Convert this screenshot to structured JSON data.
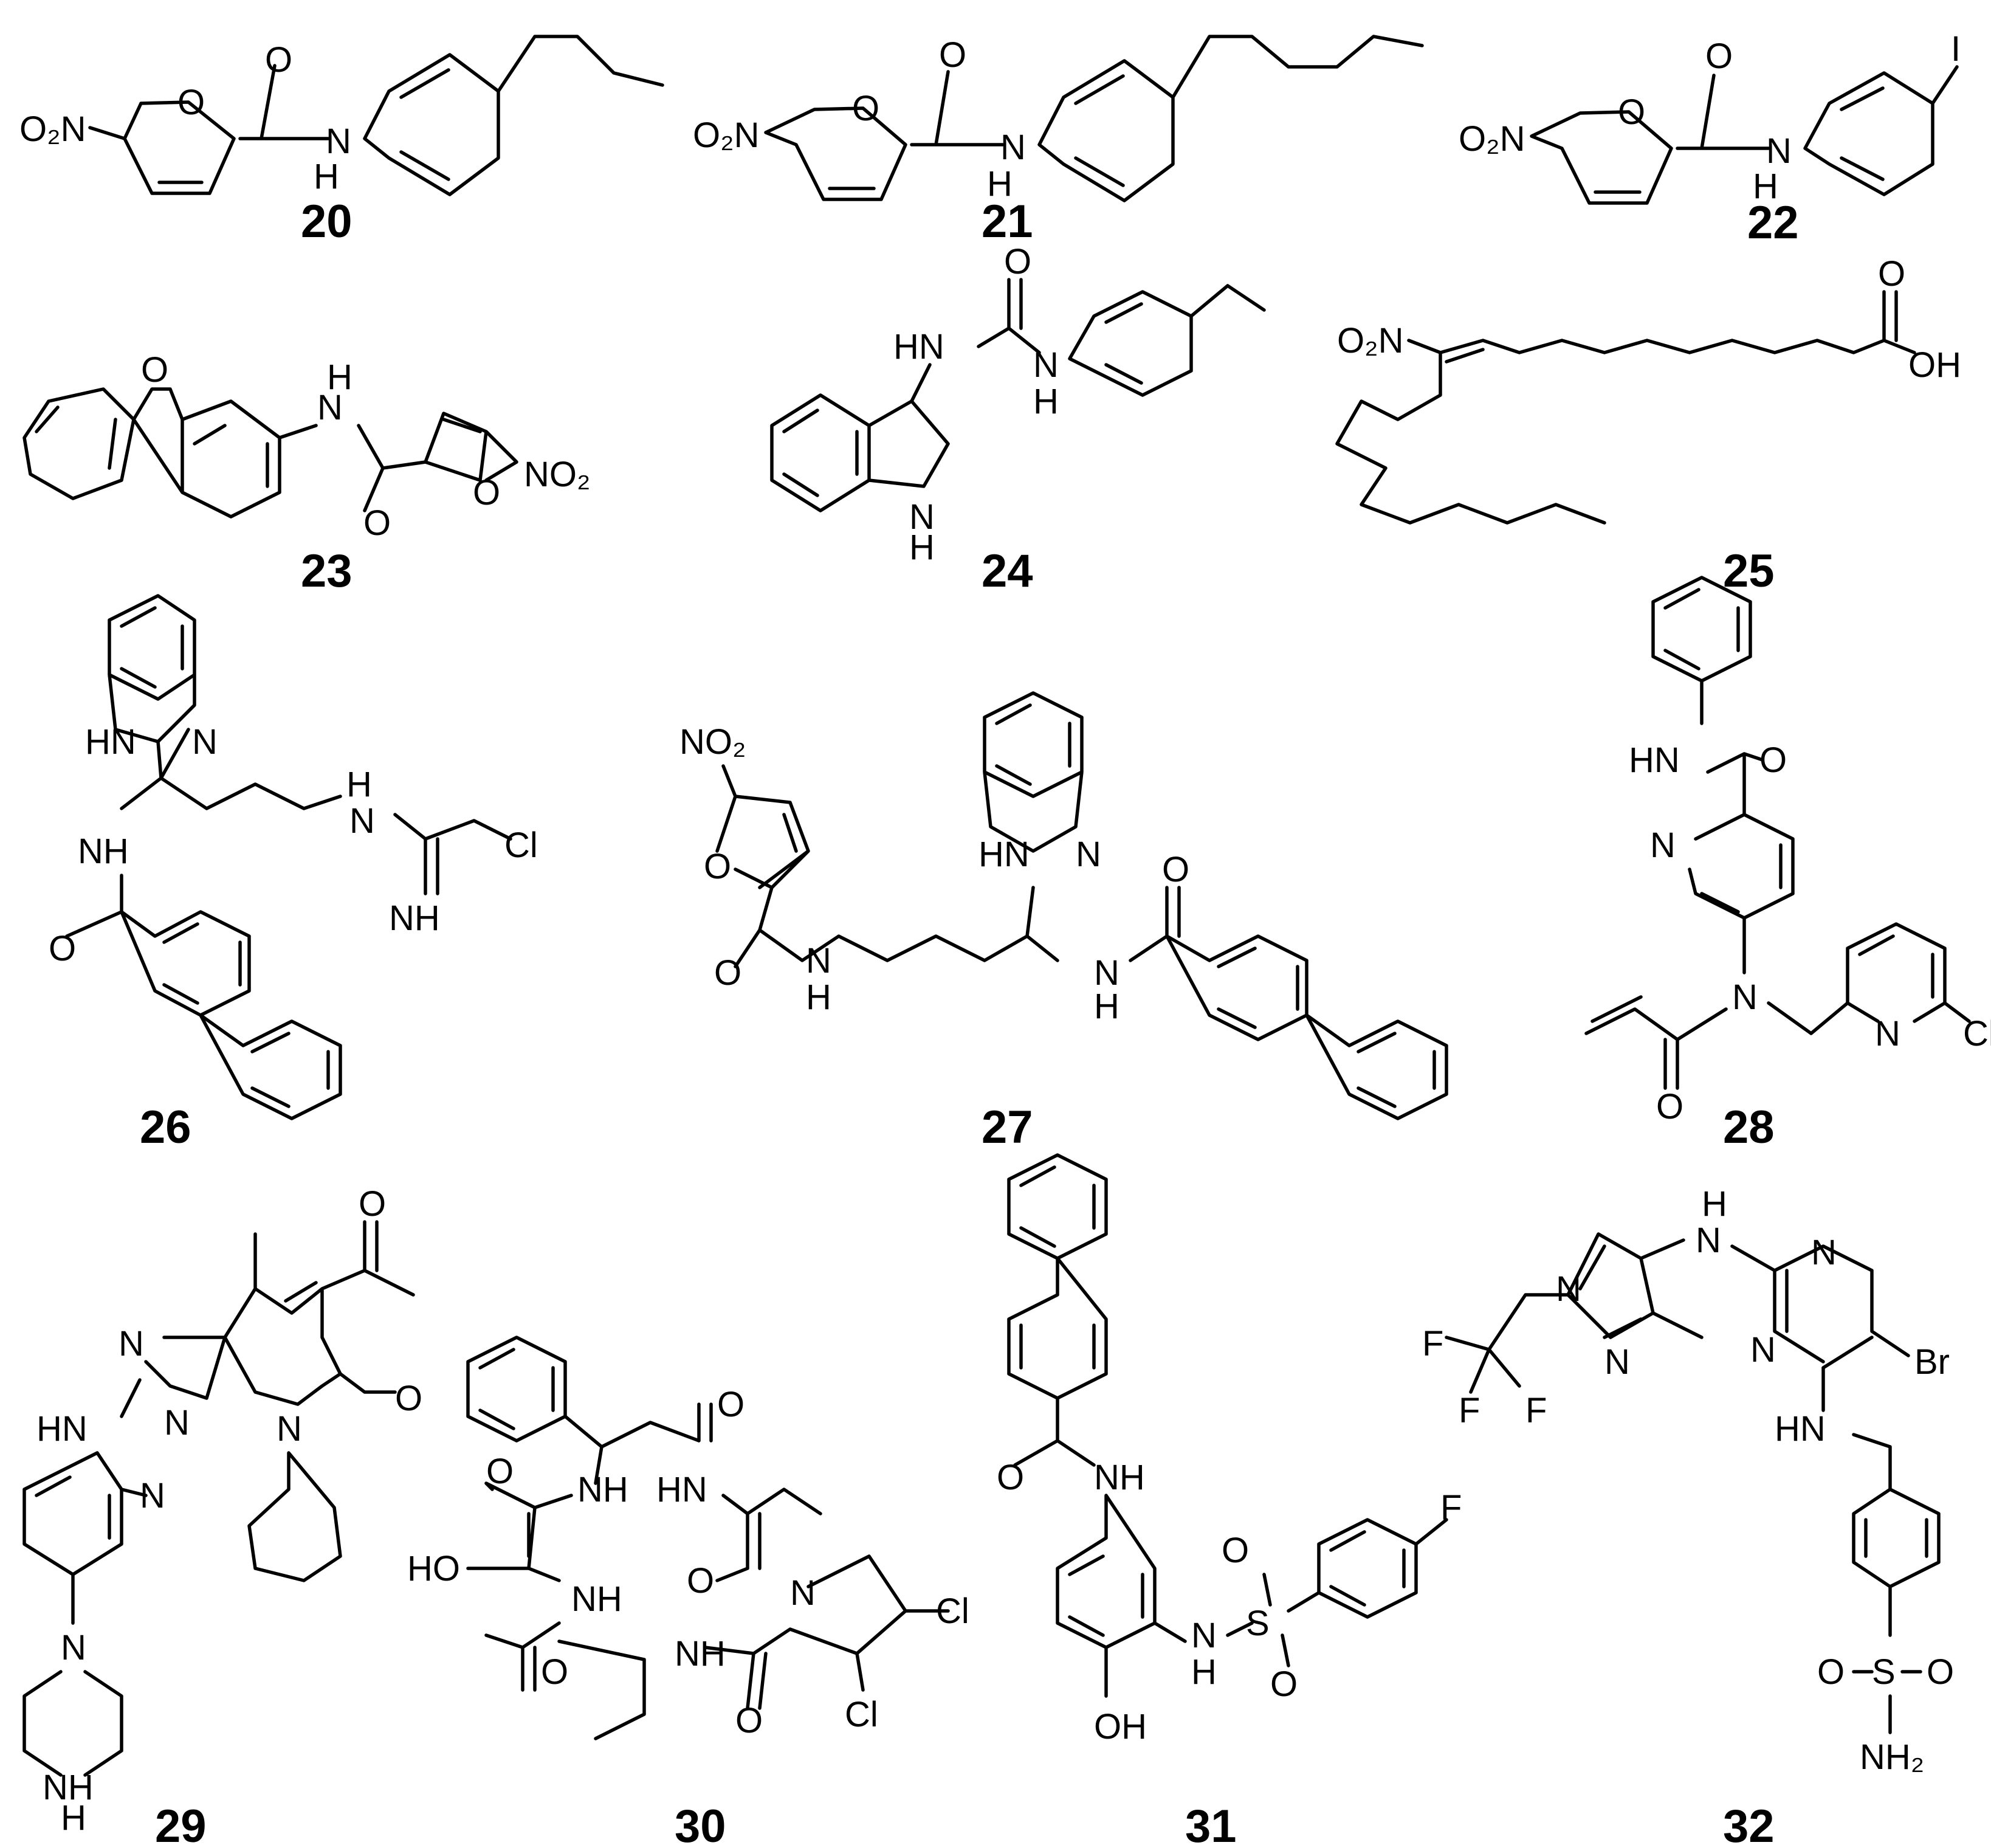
{
  "labels": {
    "c20": "20",
    "c21": "21",
    "c22": "22",
    "c23": "23",
    "c24": "24",
    "c25": "25",
    "c26": "26",
    "c27": "27",
    "c28": "28",
    "c29": "29",
    "c30": "30",
    "c31": "31",
    "c32": "32"
  },
  "atoms": {
    "no2": "O₂N",
    "nitro_r": "NO₂",
    "o": "O",
    "n": "N",
    "h": "H",
    "nh": "NH",
    "hn": "HN",
    "oh": "OH",
    "ho": "HO",
    "i": "I",
    "cl": "Cl",
    "f": "F",
    "br": "Br",
    "s": "S",
    "nh2": "NH₂"
  }
}
